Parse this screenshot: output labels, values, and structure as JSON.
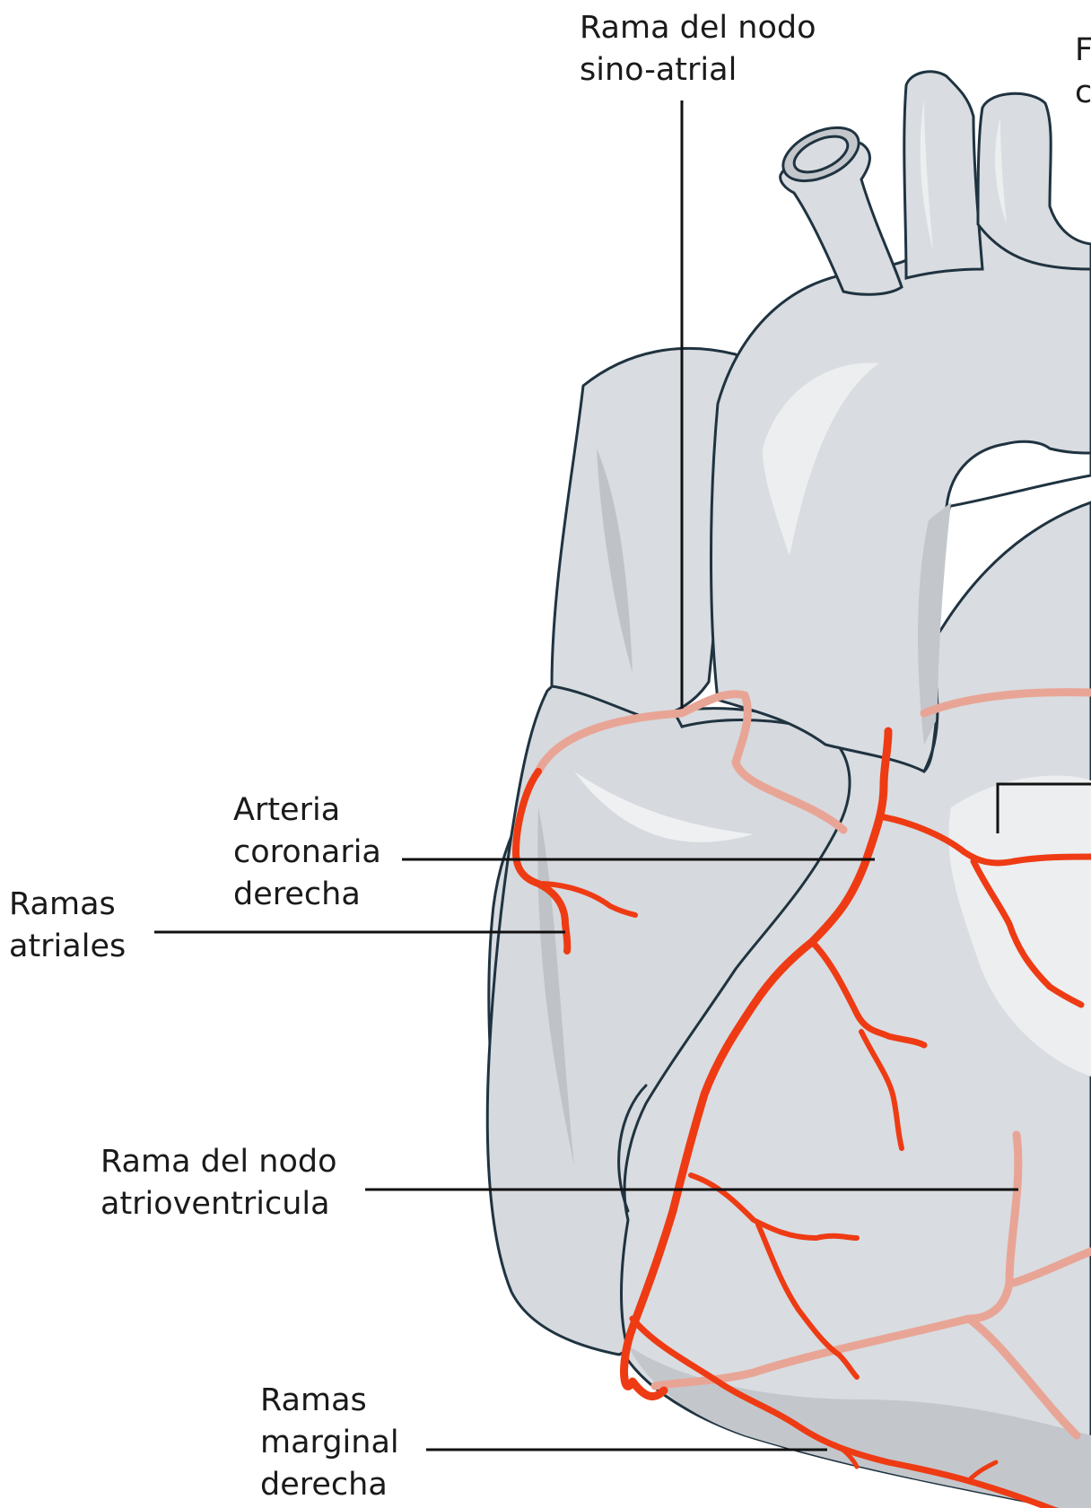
{
  "labels": {
    "sinoatrial": {
      "line1": "Rama del nodo",
      "line2": "sino-atrial"
    },
    "top_right_partial": {
      "line1": "F",
      "line2": "c"
    },
    "right_coronary": {
      "line1": "Arteria",
      "line2": "coronaria",
      "line3": "derecha"
    },
    "atrial_branches": {
      "line1": "Ramas",
      "line2": "atriales"
    },
    "av_node": {
      "line1": "Rama del nodo",
      "line2": "atrioventricula"
    },
    "right_marginal": {
      "line1": "Ramas",
      "line2": "marginal",
      "line3": "derecha"
    }
  },
  "colors": {
    "heart_fill": "#d9dce0",
    "heart_shade": "#c3c7cc",
    "heart_highlight": "#eceef0",
    "outline": "#1f3340",
    "artery_front": "#ee3b14",
    "artery_back": "#e8a596",
    "leader": "#111111"
  }
}
